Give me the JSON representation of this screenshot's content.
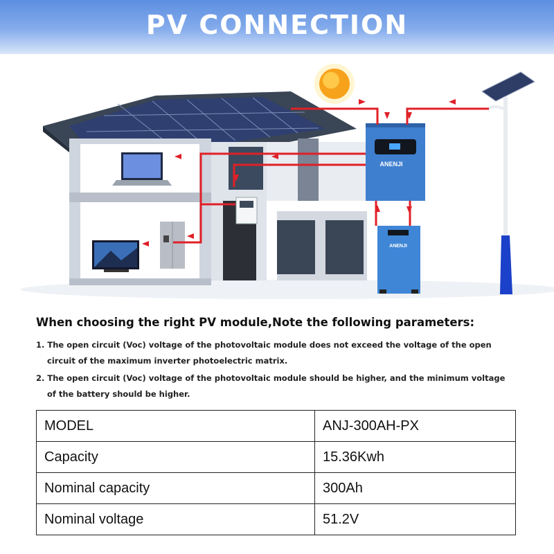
{
  "banner": {
    "title": "PV CONNECTION"
  },
  "device": {
    "brand_label": "ANENJI"
  },
  "heading": "When choosing the right PV module,Note the following parameters:",
  "notes": [
    {
      "line1": "1. The open circuit (Voc) voltage of the photovoltaic module does not exceed the voltage of the open",
      "line2": "circuit of the maximum inverter photoelectric matrix."
    },
    {
      "line1": "2. The open circuit (Voc) voltage of the photovoltaic module should be higher, and the minimum voltage",
      "line2": "of the battery should be higher."
    }
  ],
  "specs": [
    {
      "label": "MODEL",
      "value": "ANJ-300AH-PX"
    },
    {
      "label": "Capacity",
      "value": "15.36Kwh"
    },
    {
      "label": "Nominal capacity",
      "value": "300Ah"
    },
    {
      "label": "Nominal voltage",
      "value": "51.2V"
    }
  ],
  "colors": {
    "banner": "#6b9ae6",
    "arrow": "#e02027",
    "device": "#3f7fcf"
  }
}
